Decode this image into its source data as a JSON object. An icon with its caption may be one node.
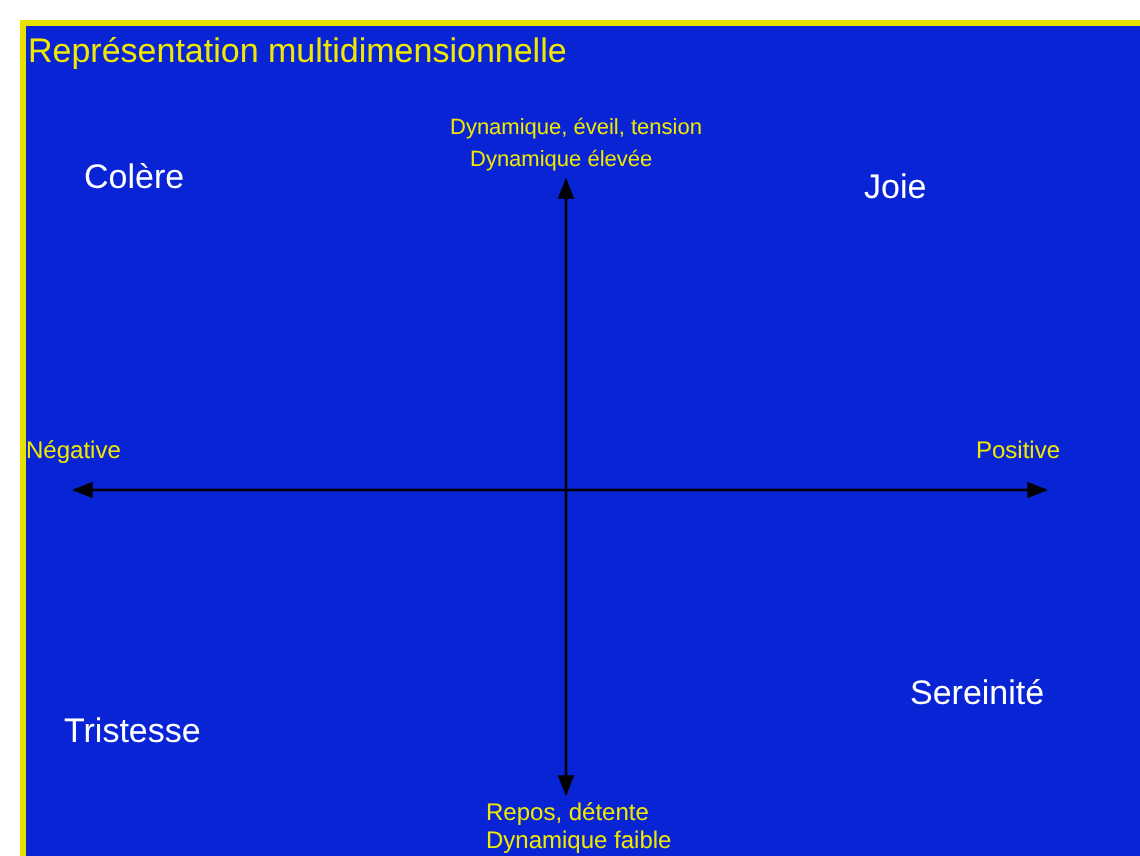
{
  "diagram": {
    "title": "Représentation multidimensionnelle",
    "labels": [
      "Dynamique, éveil, tension",
      "Dynamique élevée",
      "Colère",
      "Joie",
      "Négative",
      "Positive",
      "Sereinité",
      "Tristesse",
      "Repos, détente",
      "Dynamique faible"
    ]
  }
}
